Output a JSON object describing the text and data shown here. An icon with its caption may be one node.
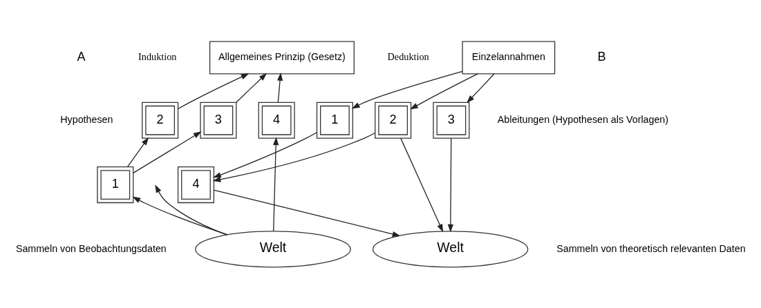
{
  "diagram": {
    "nodes": [
      {
        "text": [
          "Allgemeines Prinzip (Gesetz)"
        ]
      },
      {
        "text": [
          "2"
        ]
      },
      {
        "text": [
          "3"
        ]
      },
      {
        "text": [
          "4"
        ]
      },
      {
        "text": [
          "1"
        ]
      },
      {
        "text": [
          "Welt"
        ]
      },
      {
        "text": [
          "Einzelannahmen"
        ]
      },
      {
        "text": [
          "1"
        ]
      },
      {
        "text": [
          "2"
        ]
      },
      {
        "text": [
          "3"
        ]
      },
      {
        "text": [
          "4"
        ]
      },
      {
        "text": [
          "Welt"
        ]
      }
    ],
    "edges": [
      {
        "from": 1,
        "to": 0,
        "arrow": "to"
      },
      {
        "from": 2,
        "to": 0,
        "arrow": "to"
      },
      {
        "from": 3,
        "to": 0,
        "arrow": "to"
      },
      {
        "from": 4,
        "to": 1,
        "arrow": "to"
      },
      {
        "from": 4,
        "to": 2,
        "arrow": "to"
      },
      {
        "from": 5,
        "to": 4,
        "arrow": "to"
      },
      {
        "from": 5,
        "to": 3,
        "arrow": "to"
      },
      {
        "from": 5,
        "to": null,
        "arrow": "to"
      },
      {
        "from": 6,
        "to": 7,
        "arrow": "to"
      },
      {
        "from": 6,
        "to": 8,
        "arrow": "to"
      },
      {
        "from": 6,
        "to": 9,
        "arrow": "to"
      },
      {
        "from": 7,
        "to": 10,
        "arrow": "to"
      },
      {
        "from": 8,
        "to": 10,
        "arrow": "to"
      },
      {
        "from": 10,
        "to": 11,
        "arrow": "to"
      },
      {
        "from": 8,
        "to": 11,
        "arrow": "to"
      },
      {
        "from": 9,
        "to": 11,
        "arrow": "to"
      }
    ],
    "labels": [
      "A",
      "Induktion",
      "Deduktion",
      "B",
      "Hypothesen",
      "Ableitungen (Hypothesen als Vorlagen)",
      "Sammeln von Beobachtungsdaten",
      "Sammeln von theoretisch relevanten Daten"
    ]
  }
}
